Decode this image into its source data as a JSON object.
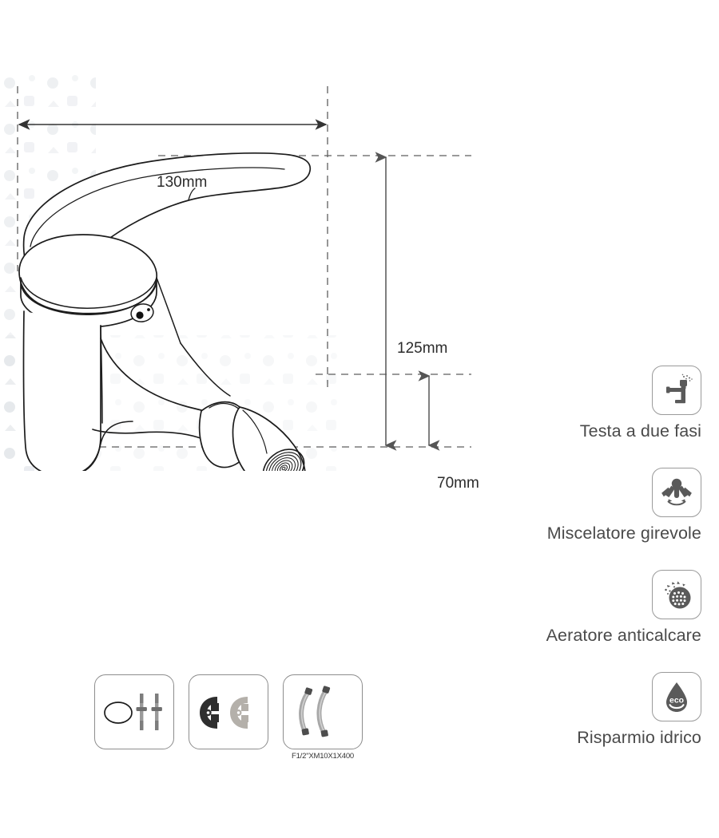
{
  "product": {
    "type": "bidet-mixer-tap-technical-drawing",
    "view": "perspective-line-drawing"
  },
  "dimensions": {
    "width": {
      "value": "130mm",
      "axis": "horizontal",
      "description": "overall spout reach / handle length"
    },
    "height": {
      "value": "125mm",
      "axis": "vertical",
      "description": "total height from base to top of lever"
    },
    "projection": {
      "value": "70mm",
      "axis": "vertical",
      "description": "height from base to spout outlet"
    }
  },
  "features": [
    {
      "label": "Testa a due fasi",
      "icon": "faucet-spray-icon"
    },
    {
      "label": "Miscelatore girevole",
      "icon": "swivel-mixer-icon"
    },
    {
      "label": "Aeratore anticalcare",
      "icon": "anti-limescale-aerator-icon"
    },
    {
      "label": "Risparmio idrico",
      "icon": "eco-water-drop-icon"
    }
  ],
  "eco_icon_text": "eco",
  "accessories": [
    {
      "name": "gasket-and-studs",
      "caption": ""
    },
    {
      "name": "c-bracket-washers",
      "caption": ""
    },
    {
      "name": "flexible-hoses",
      "caption": "F1/2\"XM10X1X400"
    }
  ],
  "colors": {
    "line": "#1c1c1c",
    "dimension": "#555555",
    "label_text": "#4a4a4a",
    "icon": "#5a5a5a",
    "box_border": "#8d8d8d",
    "background": "#ffffff"
  }
}
